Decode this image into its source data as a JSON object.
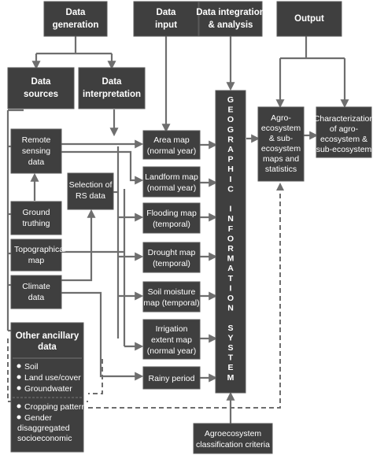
{
  "headers": {
    "data_generation": [
      "Data",
      "generation"
    ],
    "data_input": [
      "Data",
      "input"
    ],
    "data_integration": [
      "Data integration",
      "& analysis"
    ],
    "output": [
      "Output"
    ]
  },
  "sources": {
    "data_sources": [
      "Data",
      "sources"
    ],
    "data_interpretation": [
      "Data",
      "interpretation"
    ],
    "remote_sensing": [
      "Remote",
      "sensing",
      "data"
    ],
    "selection_rs": [
      "Selection of",
      "RS data"
    ],
    "ground_truthing": [
      "Ground",
      "truthing"
    ],
    "topographical_map": [
      "Topographical",
      "map"
    ],
    "climate_data": [
      "Climate",
      "data"
    ]
  },
  "ancillary": {
    "title": [
      "Other ancillary",
      "data"
    ],
    "items": [
      "Soil",
      "Land use/cover",
      "Groundwater"
    ],
    "items2": [
      "Cropping pattern",
      "Gender",
      "disaggregated",
      "socioeconomic"
    ]
  },
  "inputs": {
    "area_map": [
      "Area map",
      "(normal year)"
    ],
    "landform_map": [
      "Landform map",
      "(normal year)"
    ],
    "flooding_map": [
      "Flooding map",
      "(temporal)"
    ],
    "drought_map": [
      "Drought map",
      "(temporal)"
    ],
    "soil_moisture_map": [
      "Soil moisture",
      "map (temporal)"
    ],
    "irrigation_map": [
      "Irrigation",
      "extent map",
      "(normal year)"
    ],
    "rainy_period": [
      "Rainy period"
    ]
  },
  "gis": {
    "letters": [
      "G",
      "E",
      "O",
      "G",
      "R",
      "A",
      "P",
      "H",
      "I",
      "C",
      "",
      "I",
      "N",
      "F",
      "O",
      "R",
      "M",
      "A",
      "T",
      "I",
      "O",
      "N",
      "",
      "S",
      "Y",
      "S",
      "T",
      "E",
      "M"
    ]
  },
  "outputs": {
    "agro_maps": [
      "Agro-",
      "ecosystem",
      "& sub-",
      "ecosystem",
      "maps and",
      "statistics"
    ],
    "characterization": [
      "Characterization",
      "of agro-",
      "ecosystem &",
      "sub-ecosystem"
    ]
  },
  "criteria": [
    "Agroecosystem",
    "classification criteria"
  ]
}
